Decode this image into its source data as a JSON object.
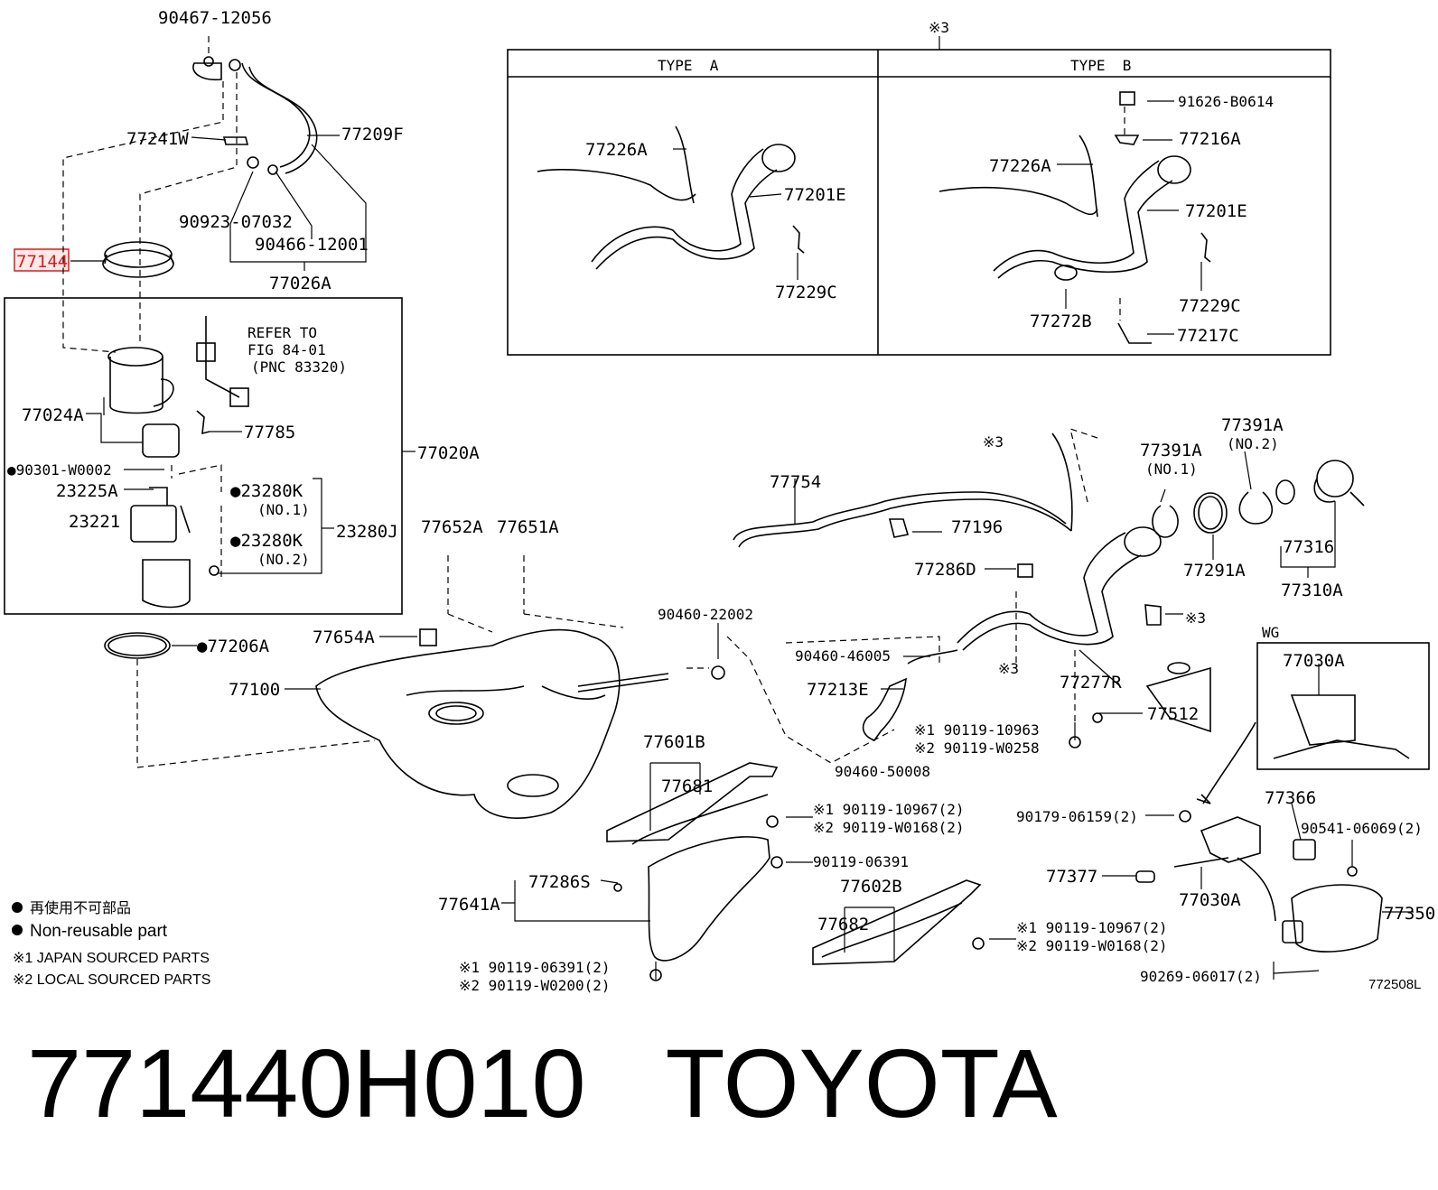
{
  "footer": {
    "part_number": "771440H010",
    "brand": "TOYOTA"
  },
  "highlight": {
    "label": "77144",
    "color": "#d02020"
  },
  "type_panel": {
    "note": "※3",
    "type_a": "TYPE  A",
    "type_b": "TYPE  B"
  },
  "refer": {
    "line1": "REFER TO",
    "line2": "FIG 84-01",
    "line3": "(PNC 83320)"
  },
  "legend": {
    "non_reusable_jp": "再使用不可部品",
    "non_reusable_en": "Non-reusable part",
    "japan_sourced": "※1 JAPAN SOURCED PARTS",
    "local_sourced": "※2 LOCAL SOURCED PARTS"
  },
  "figure_code": "772508L",
  "labels": [
    "90467-12056",
    "77241W",
    "77209F",
    "90923-07032",
    "90466-12001",
    "77026A",
    "77144",
    "77024A",
    "77785",
    "77020A",
    "●90301-W0002",
    "23225A",
    "●23280K",
    "(NO.1)",
    "23221",
    "●23280K",
    "(NO.2)",
    "23280J",
    "77226A",
    "77201E",
    "77229C",
    "91626-B0614",
    "77216A",
    "77226A",
    "77201E",
    "77229C",
    "77272B",
    "77217C",
    "77754",
    "※3",
    "77196",
    "77391A",
    "(NO.1)",
    "77391A",
    "(NO.2)",
    "77291A",
    "77316",
    "77310A",
    "77286D",
    "※3",
    "77652A",
    "77651A",
    "●77206A",
    "77654A",
    "77100",
    "90460-22002",
    "90460-46005",
    "※3",
    "77213E",
    "77277R",
    "77512",
    "※1 90119-10963",
    "※2 90119-W0258",
    "90460-50008",
    "77601B",
    "77681",
    "※1 90119-10967(2)",
    "※2 90119-W0168(2)",
    "90119-06391",
    "77641A",
    "77286S",
    "77602B",
    "77682",
    "※1 90119-10967(2)",
    "※2 90119-W0168(2)",
    "※1 90119-06391(2)",
    "※2 90119-W0200(2)",
    "WG",
    "77030A",
    "90179-06159(2)",
    "77366",
    "90541-06069(2)",
    "77377",
    "77030A",
    "77350",
    "90269-06017(2)"
  ]
}
